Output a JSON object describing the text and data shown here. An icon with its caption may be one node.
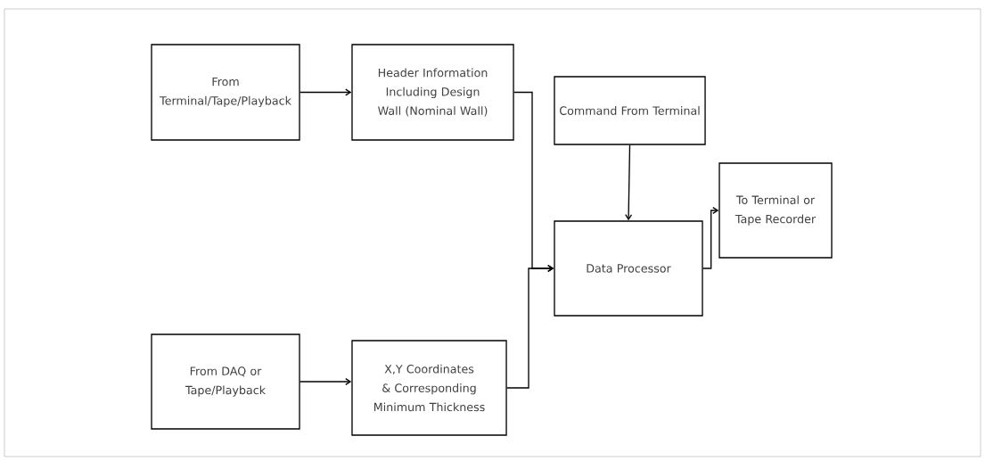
{
  "diagram": {
    "nodes": [
      {
        "text": [
          "From Terminal/Tape/Playback"
        ]
      },
      {
        "text": [
          "Header Information Including Design Wall (Nominal Wall)"
        ]
      },
      {
        "text": [
          "Command From Terminal"
        ]
      },
      {
        "text": [
          "Data Processor"
        ]
      },
      {
        "text": [
          "To Terminal or Tape Recorder"
        ]
      },
      {
        "text": [
          "From DAQ or Tape/Playback"
        ]
      },
      {
        "text": [
          "X,Y Coordinates & Corresponding Minimum Thickness"
        ]
      }
    ],
    "edges": [
      {
        "from": 0,
        "to": 1,
        "arrow": "to"
      },
      {
        "from": 1,
        "to": 3,
        "arrow": "to"
      },
      {
        "from": 5,
        "to": 6,
        "arrow": "to"
      },
      {
        "from": 6,
        "to": 3,
        "arrow": "to"
      },
      {
        "from": 2,
        "to": 3,
        "arrow": "to"
      },
      {
        "from": 3,
        "to": 4,
        "arrow": "to"
      }
    ]
  }
}
